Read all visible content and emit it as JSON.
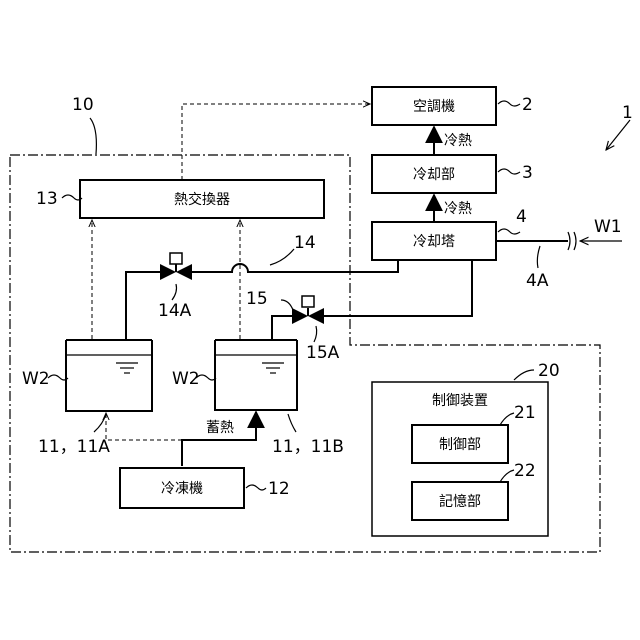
{
  "labels": {
    "air_conditioner": "空調機",
    "cooling_section": "冷却部",
    "cooling_tower": "冷却塔",
    "heat_exchanger": "熱交換器",
    "refrigerator": "冷凍機",
    "control_device": "制御装置",
    "control_section": "制御部",
    "memory_section": "記憶部",
    "cold_heat_1": "冷熱",
    "cold_heat_2": "冷熱",
    "heat_storage": "蓄熱"
  },
  "refs": {
    "system": "1",
    "air_conditioner": "2",
    "cooling_section": "3",
    "cooling_tower": "4",
    "pipe_4a": "4A",
    "w1": "W1",
    "boundary_10": "10",
    "heat_exchanger": "13",
    "pipe_14": "14",
    "valve_14a": "14A",
    "pipe_15": "15",
    "valve_15a": "15A",
    "w2_left": "W2",
    "w2_right": "W2",
    "tank_left": "11，11A",
    "tank_right": "11，11B",
    "refrigerator": "12",
    "control_device": "20",
    "control_section": "21",
    "memory_section": "22"
  }
}
